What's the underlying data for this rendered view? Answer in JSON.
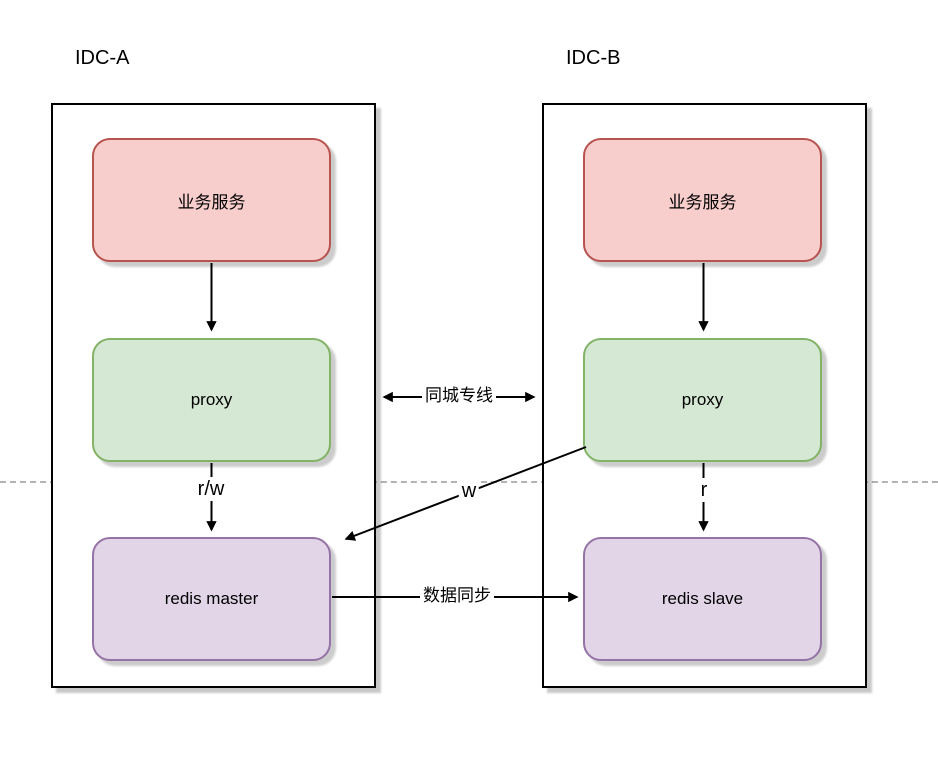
{
  "diagram": {
    "background_color": "#ffffff",
    "divider_color": "#b3b3b3",
    "line_color": "#000000",
    "groups": [
      {
        "id": "idc-a",
        "label": "IDC-A"
      },
      {
        "id": "idc-b",
        "label": "IDC-B"
      }
    ],
    "nodes": [
      {
        "id": "business-service-a",
        "group": "IDC-A",
        "label": "业务服务",
        "fill": "#f8cecc",
        "stroke": "#b85450"
      },
      {
        "id": "proxy-a",
        "group": "IDC-A",
        "label": "proxy",
        "fill": "#d5e8d4",
        "stroke": "#82b366"
      },
      {
        "id": "redis-master",
        "group": "IDC-A",
        "label": "redis master",
        "fill": "#e1d5e7",
        "stroke": "#9673a6"
      },
      {
        "id": "business-service-b",
        "group": "IDC-B",
        "label": "业务服务",
        "fill": "#f8cecc",
        "stroke": "#b85450"
      },
      {
        "id": "proxy-b",
        "group": "IDC-B",
        "label": "proxy",
        "fill": "#d5e8d4",
        "stroke": "#82b366"
      },
      {
        "id": "redis-slave",
        "group": "IDC-B",
        "label": "redis slave",
        "fill": "#e1d5e7",
        "stroke": "#9673a6"
      }
    ],
    "edges": [
      {
        "from": "business-service-a",
        "to": "proxy-a",
        "label": "",
        "bidirectional": false
      },
      {
        "from": "proxy-a",
        "to": "redis-master",
        "label": "r/w",
        "bidirectional": false
      },
      {
        "from": "business-service-b",
        "to": "proxy-b",
        "label": "",
        "bidirectional": false
      },
      {
        "from": "proxy-b",
        "to": "redis-slave",
        "label": "r",
        "bidirectional": false
      },
      {
        "from": "IDC-A",
        "to": "IDC-B",
        "label": "同城专线",
        "bidirectional": true
      },
      {
        "from": "proxy-b",
        "to": "redis-master",
        "label": "w",
        "bidirectional": false
      },
      {
        "from": "redis-master",
        "to": "redis-slave",
        "label": "数据同步",
        "bidirectional": false
      }
    ]
  }
}
